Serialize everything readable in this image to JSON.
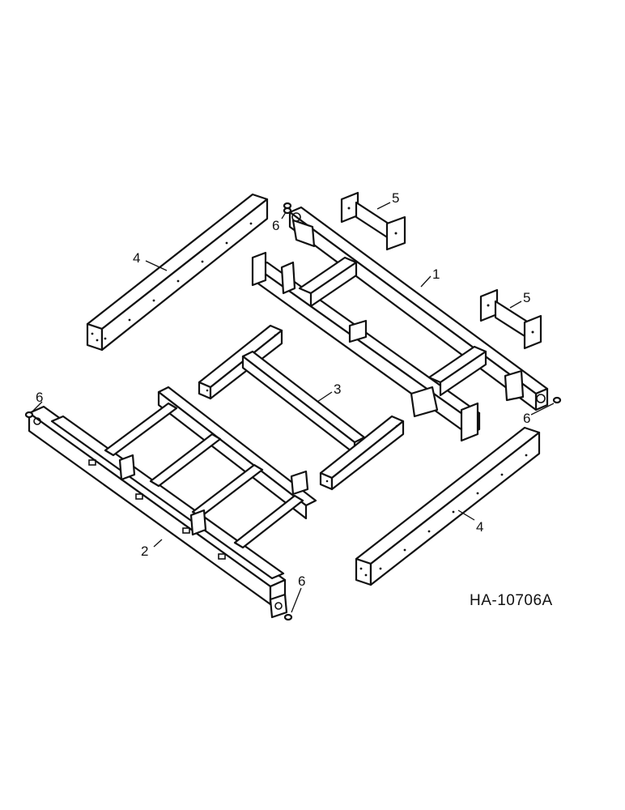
{
  "drawing": {
    "id": "HA-10706A"
  },
  "callouts": {
    "c1": "1",
    "c2": "2",
    "c3": "3",
    "c4a": "4",
    "c4b": "4",
    "c5a": "5",
    "c5b": "5",
    "c6a": "6",
    "c6b": "6",
    "c6c": "6",
    "c6d": "6"
  }
}
